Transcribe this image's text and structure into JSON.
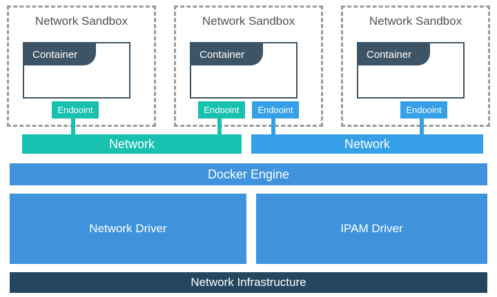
{
  "colors": {
    "teal": "#18c0af",
    "blue": "#35a0e8",
    "engine-blue": "#3e93dc",
    "slate": "#3d5466",
    "navy": "#25465f",
    "dash-gray": "#9b9b9b",
    "title-gray": "#4f4f4f"
  },
  "sandboxes": [
    {
      "label": "Network Sandbox",
      "container_label": "Container",
      "endpoints": [
        {
          "label": "Endpoint",
          "color": "teal"
        }
      ]
    },
    {
      "label": "Network Sandbox",
      "container_label": "Container",
      "endpoints": [
        {
          "label": "Endpoint",
          "color": "teal"
        },
        {
          "label": "Endpoint",
          "color": "blue"
        }
      ]
    },
    {
      "label": "Network Sandbox",
      "container_label": "Container",
      "endpoints": [
        {
          "label": "Endpoint",
          "color": "blue"
        }
      ]
    }
  ],
  "networks": [
    {
      "label": "Network",
      "color": "teal"
    },
    {
      "label": "Network",
      "color": "blue"
    }
  ],
  "engine": {
    "label": "Docker Engine",
    "color": "engine-blue"
  },
  "drivers": [
    {
      "label": "Network Driver",
      "color": "engine-blue"
    },
    {
      "label": "IPAM Driver",
      "color": "engine-blue"
    }
  ],
  "infrastructure": {
    "label": "Network Infrastructure",
    "color": "navy"
  }
}
